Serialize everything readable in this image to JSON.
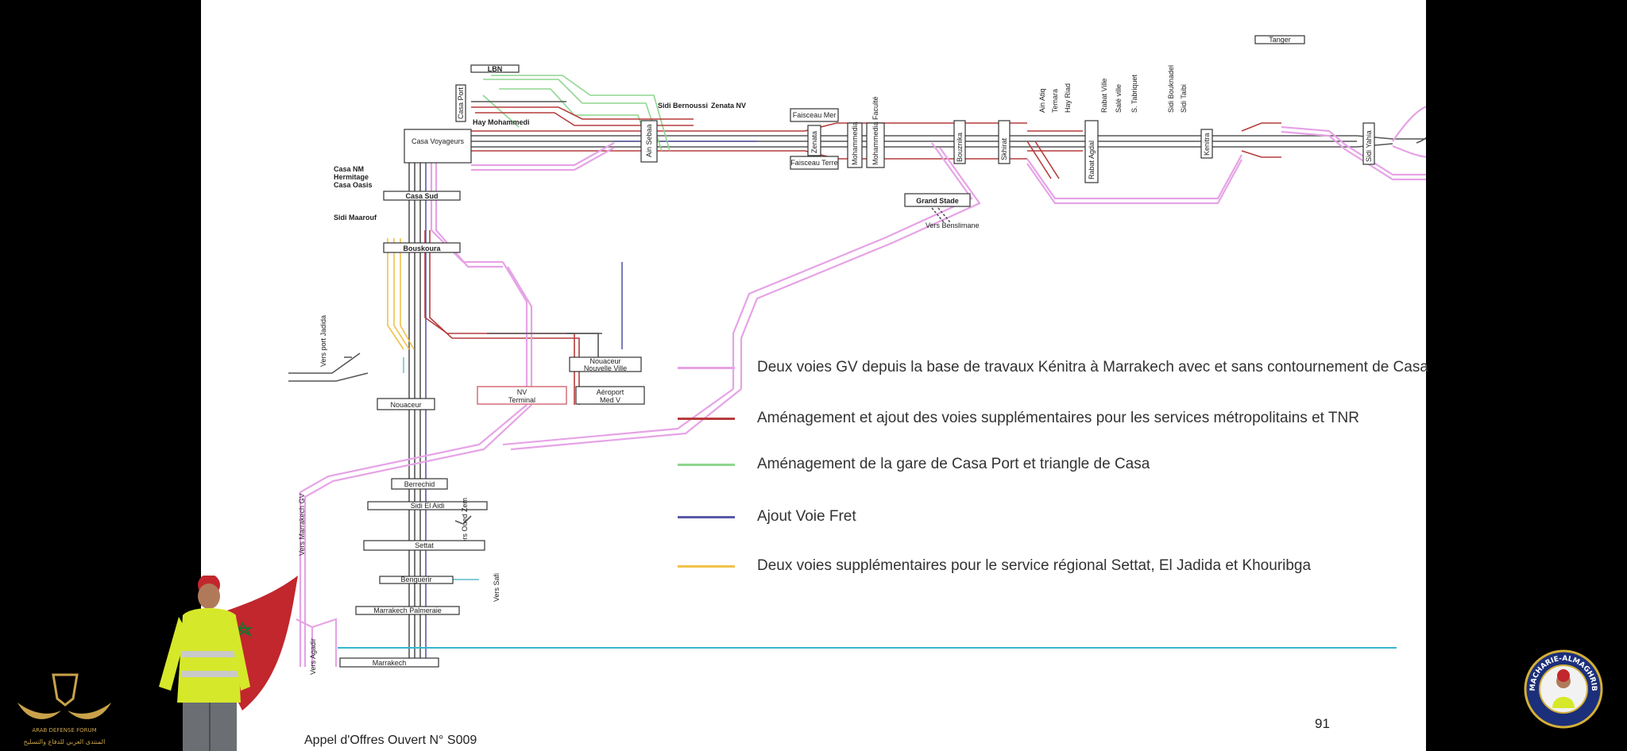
{
  "stations": {
    "lbn": "LBN",
    "casa_port": "Casa Port",
    "hay_mohammadi": "Hay Mohammedi",
    "casa_voyageurs": "Casa Voyageurs",
    "sidi_bernoussi": "Sidi Bernoussi",
    "zenata_nv": "Zenata NV",
    "ain_sebaa": "Ain Sebaa",
    "faisceau_mer": "Faisceau Mer",
    "faisceau_terre": "Faisceau Terre",
    "zenata": "Zenata",
    "mohammedia": "Mohammedia",
    "mohammedia_faculte": "Mohammedia Faculté",
    "bouznika": "Bouznika",
    "skhirat": "Skhirat",
    "ain_atiq": "Ain Atiq",
    "temara": "Temara",
    "hay_riad": "Hay Riad",
    "rabat_ville": "Rabat Ville",
    "sale_ville": "Salé ville",
    "s_tabriquet": "S. Tabriquet",
    "sidi_bouknadel": "Sidi Bouknadel",
    "sidi_taibi": "Sidi Taibi",
    "rabat_agdal": "Rabat Agdal",
    "kenitra": "Kenitra",
    "tanger": "Tanger",
    "sidi_yahya": "Sidi Yahia",
    "grand_stade": "Grand Stade",
    "vers_benslimane": "Vers Benslimane",
    "casa_nm": "Casa NM",
    "hermitage": "Hermitage",
    "casa_oasis": "Casa Oasis",
    "casa_sud": "Casa Sud",
    "sidi_maarouf": "Sidi Maarouf",
    "bouskoura": "Bouskoura",
    "vers_port_jadida": "Vers port Jadida",
    "nouaceur": "Nouaceur",
    "nv_terminal_1": "NV",
    "nv_terminal_2": "Terminal",
    "nouaceur_nv_1": "Nouaceur",
    "nouaceur_nv_2": "Nouvelle Ville",
    "aeroport_1": "Aéroport",
    "aeroport_2": "Med V",
    "berrechid": "Berrechid",
    "sidi_el_aidi": "Sidi El Aidi",
    "vers_oued_zem": "Vers Oued Zem",
    "settat": "Settat",
    "benguerir": "Benguerir",
    "vers_marrakech_gv": "Vers Marrakech GV",
    "vers_safi": "Vers Safi",
    "marrakech_palmeraie": "Marrakech Palmeraie",
    "marrakech": "Marrakech",
    "vers_agadir": "Vers Agadir"
  },
  "legend": [
    {
      "color": "#e6a3e6",
      "text": "Deux voies GV depuis la base de travaux Kénitra à Marrakech avec et sans contournement de Casa"
    },
    {
      "color": "#b73b3b",
      "text": "Aménagement et ajout des voies supplémentaires pour les services métropolitains et TNR"
    },
    {
      "color": "#8fd68f",
      "text": "Aménagement de la gare de Casa Port et triangle de Casa"
    },
    {
      "color": "#5a5aa8",
      "text": "Ajout Voie Fret"
    },
    {
      "color": "#f0c24a",
      "text": "Deux voies supplémentaires pour le service régional Settat, El Jadida et Khouribga"
    }
  ],
  "footer": {
    "title": "Appel d'Offres Ouvert N° S009",
    "page": "91"
  },
  "branding": {
    "forum_name": "ARAB DEFENSE FORUM",
    "forum_name_ar": "المنتدى العربي للدفاع والتسليح",
    "seal_text": "MACHARIE-ALMAGHRIB"
  },
  "colors": {
    "gv": "#e6a3e6",
    "metro": "#b73b3b",
    "casa_port": "#8fd68f",
    "fret": "#5a5aa8",
    "regional": "#f0c24a",
    "base": "#555555",
    "separator": "#36b6cf"
  }
}
